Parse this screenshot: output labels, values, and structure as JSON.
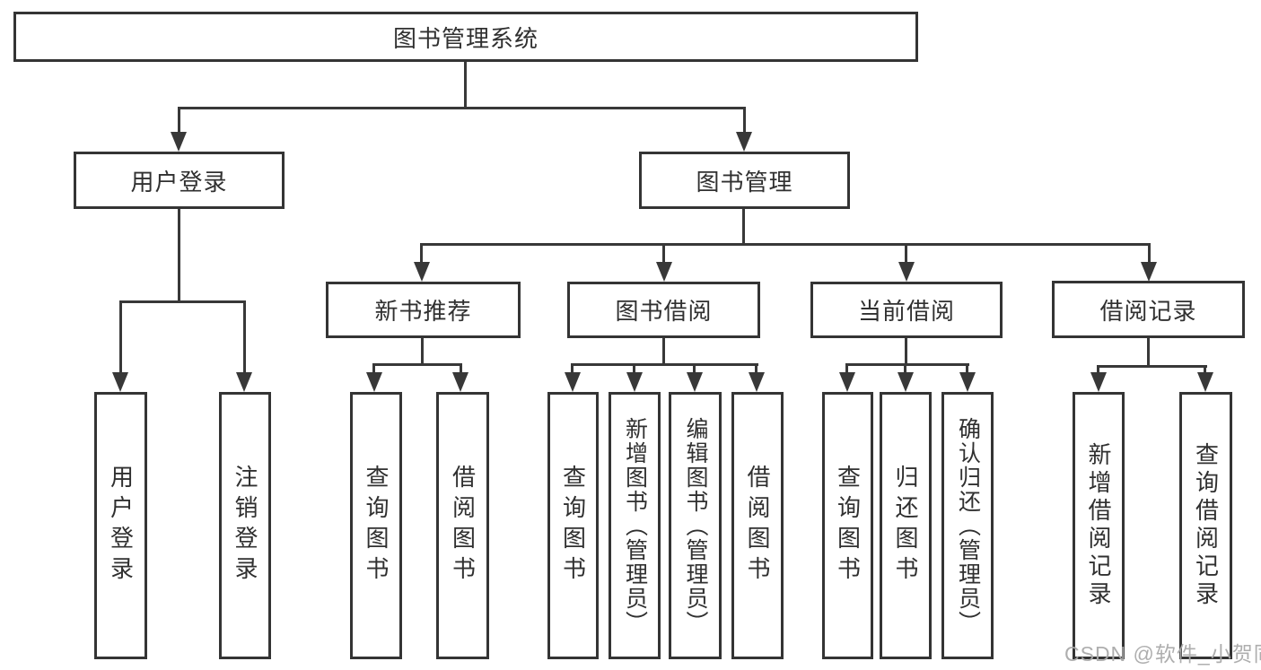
{
  "diagram": {
    "root": {
      "label": "图书管理系统"
    },
    "branches": [
      {
        "label": "用户登录",
        "children": [
          {
            "label": "用户登录"
          },
          {
            "label": "注销登录"
          }
        ]
      },
      {
        "label": "图书管理",
        "children": [
          {
            "label": "新书推荐",
            "children": [
              {
                "label": "查询图书"
              },
              {
                "label": "借阅图书"
              }
            ]
          },
          {
            "label": "图书借阅",
            "children": [
              {
                "label": "查询图书"
              },
              {
                "label": "新增图书（管理员）"
              },
              {
                "label": "编辑图书（管理员）"
              },
              {
                "label": "借阅图书"
              }
            ]
          },
          {
            "label": "当前借阅",
            "children": [
              {
                "label": "查询图书"
              },
              {
                "label": "归还图书"
              },
              {
                "label": "确认归还（管理员）"
              }
            ]
          },
          {
            "label": "借阅记录",
            "children": [
              {
                "label": "新增借阅记录"
              },
              {
                "label": "查询借阅记录"
              }
            ]
          }
        ]
      }
    ]
  },
  "watermark": {
    "text": "CSDN @软件_小贺同学",
    "color": "#aaaaaa"
  },
  "colors": {
    "line": "#383838",
    "box_border": "#343434",
    "text": "#303030",
    "background": "#ffffff"
  }
}
